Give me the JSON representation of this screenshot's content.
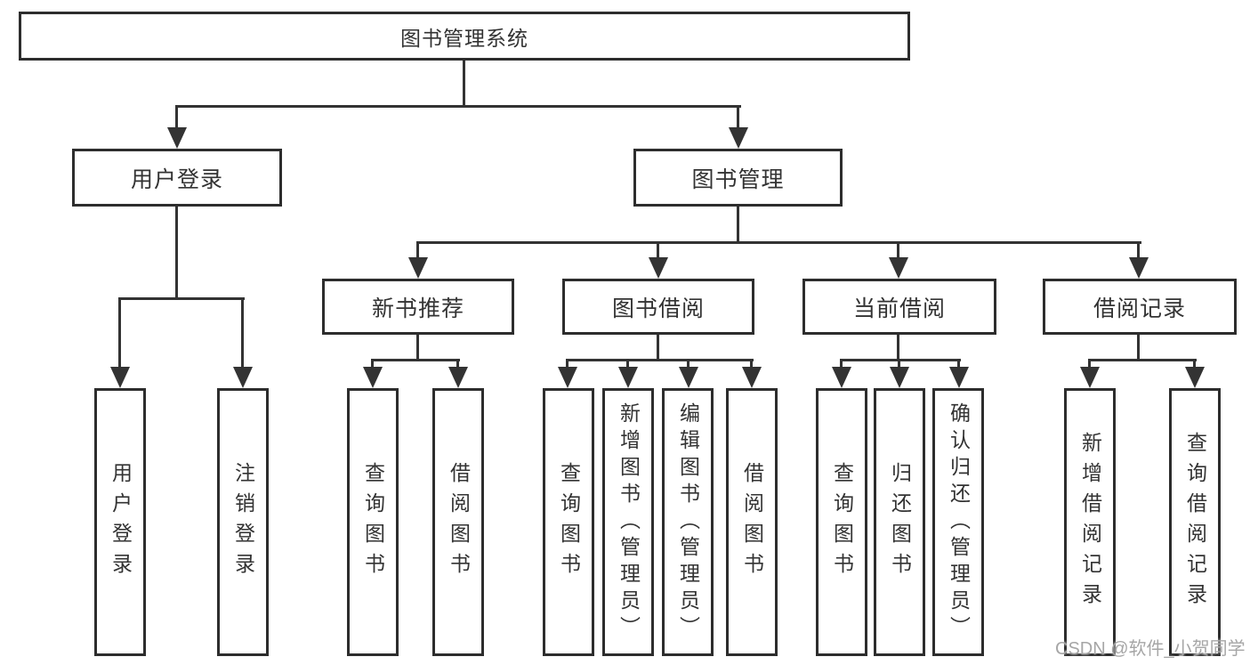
{
  "root": {
    "label": "图书管理系统"
  },
  "branches": [
    {
      "label": "用户登录",
      "leaves": [
        {
          "label": "用户登录"
        },
        {
          "label": "注销登录"
        }
      ]
    },
    {
      "label": "图书管理",
      "groups": [
        {
          "label": "新书推荐",
          "leaves": [
            {
              "label": "查询图书"
            },
            {
              "label": "借阅图书"
            }
          ]
        },
        {
          "label": "图书借阅",
          "leaves": [
            {
              "label": "查询图书"
            },
            {
              "label": "新增图书（管理员）"
            },
            {
              "label": "编辑图书（管理员）"
            },
            {
              "label": "借阅图书"
            }
          ]
        },
        {
          "label": "当前借阅",
          "leaves": [
            {
              "label": "查询图书"
            },
            {
              "label": "归还图书"
            },
            {
              "label": "确认归还（管理员）"
            }
          ]
        },
        {
          "label": "借阅记录",
          "leaves": [
            {
              "label": "新增借阅记录"
            },
            {
              "label": "查询借阅记录"
            }
          ]
        }
      ]
    }
  ],
  "watermark": {
    "text": "CSDN @软件_小贺同学"
  },
  "colors": {
    "line": "#333333",
    "border": "#2d2d2d",
    "text": "#333333",
    "watermark": "#a6a6a6",
    "background": "#ffffff"
  }
}
